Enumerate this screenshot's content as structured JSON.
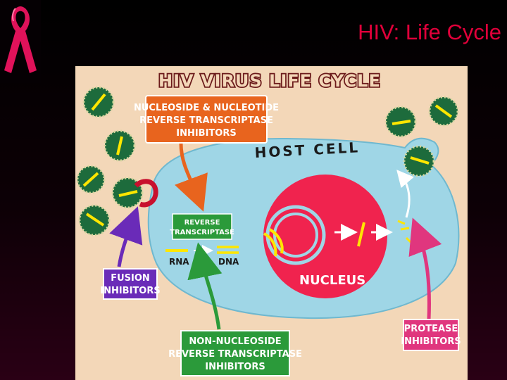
{
  "slide": {
    "title": "HIV: Life Cycle"
  },
  "diagram": {
    "heading": "HIV VIRUS LIFE CYCLE",
    "host_cell": "HOST CELL",
    "nucleus": "NUCLEUS",
    "nrti": [
      "NUCLEOSIDE & NUCLEOTIDE",
      "REVERSE TRANSCRIPTASE",
      "INHIBITORS"
    ],
    "reverse_transcriptase": [
      "REVERSE",
      "TRANSCRIPTASE"
    ],
    "rna": "RNA",
    "dna": "DNA",
    "fusion": [
      "FUSION",
      "INHIBITORS"
    ],
    "nnrti": [
      "NON-NUCLEOSIDE",
      "REVERSE TRANSCRIPTASE",
      "INHIBITORS"
    ],
    "protease": [
      "PROTEASE",
      "INHIBITORS"
    ]
  },
  "colors": {
    "title": "#e0003a",
    "backdrop": "#f3d7b8",
    "cell": "#9fd6e6",
    "nucleus": "#f0234e",
    "nrti_box": "#e8641e",
    "rt_box": "#2b9a3a",
    "fusion_box": "#6a2bb8",
    "nnrti_box": "#2b9a3a",
    "protease_box": "#e0367e",
    "virus": "#1d6b3c"
  }
}
